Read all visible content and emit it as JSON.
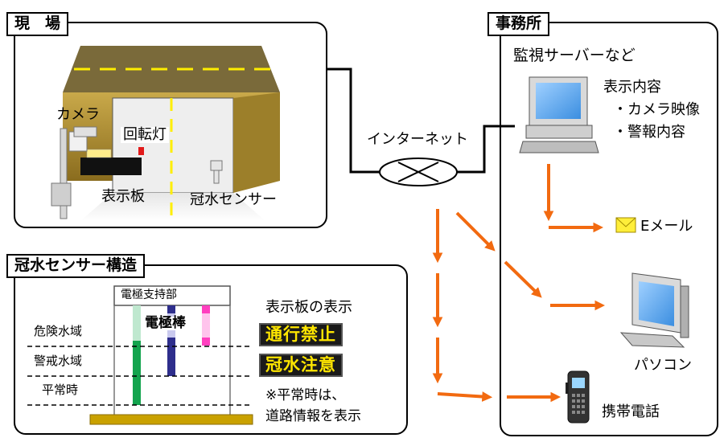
{
  "site": {
    "title": "現　場",
    "camera_label": "カメラ",
    "light_label": "回転灯",
    "board_label": "表示板",
    "sensor_label": "冠水センサー"
  },
  "network": {
    "label": "インターネット"
  },
  "office": {
    "title": "事務所",
    "server_label": "監視サーバーなど",
    "display_heading": "表示内容",
    "display_items": [
      "・カメラ映像",
      "・警報内容"
    ],
    "email_label": "Eメール",
    "pc_label": "パソコン",
    "phone_label": "携帯電話"
  },
  "sensor_structure": {
    "title": "冠水センサー構造",
    "support_label": "電極支持部",
    "electrode_label": "電極棒",
    "levels": [
      "危険水域",
      "警戒水域",
      "平常時"
    ],
    "board_heading": "表示板の表示",
    "board_messages": [
      "通行禁止",
      "冠水注意"
    ],
    "note_lines": [
      "※平常時は、",
      "道路情報を表示"
    ]
  },
  "colors": {
    "arrow": "#f26a10",
    "tunnel": "#b08f2e",
    "electrode_green": "#13a44e",
    "electrode_blue": "#2e2e8c",
    "electrode_pink": "#ff3fbf",
    "sign_text": "#ffe600"
  }
}
